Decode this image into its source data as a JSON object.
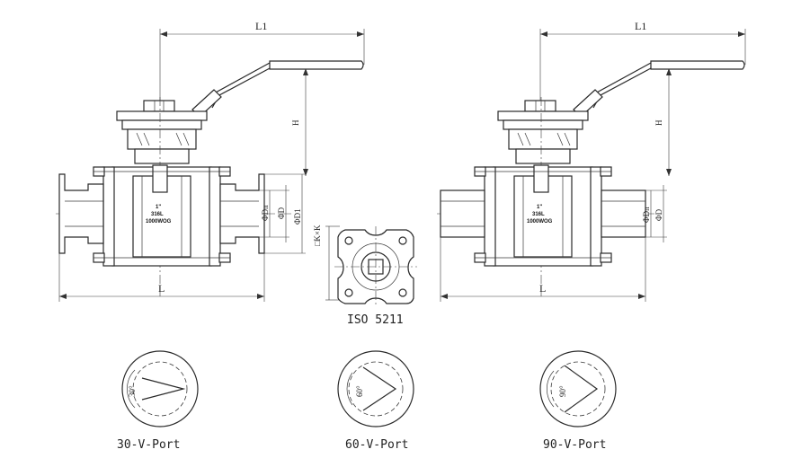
{
  "left_valve": {
    "dim_l1": "L1",
    "dim_h": "H",
    "dim_l": "L",
    "dim_dn": "ΦDn",
    "dim_d": "ΦD",
    "dim_d1": "ΦD1",
    "body_mark_1": "1\"",
    "body_mark_2": "316L",
    "body_mark_3": "1000WOG"
  },
  "right_valve": {
    "dim_l1": "L1",
    "dim_h": "H",
    "dim_l": "L",
    "dim_dn": "ΦDn",
    "dim_d": "ΦD",
    "body_mark_1": "1\"",
    "body_mark_2": "316L",
    "body_mark_3": "1000WOG"
  },
  "iso_view": {
    "side_label": "□K×K",
    "caption": "ISO 5211"
  },
  "ports": [
    {
      "angle_label": "30°",
      "caption": "30-V-Port"
    },
    {
      "angle_label": "60°",
      "caption": "60-V-Port"
    },
    {
      "angle_label": "90°",
      "caption": "90-V-Port"
    }
  ]
}
